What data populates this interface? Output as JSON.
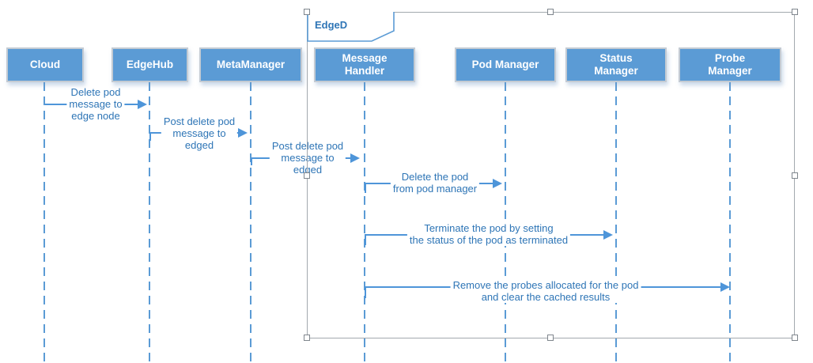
{
  "frame": {
    "label": "EdgeD"
  },
  "actors": [
    {
      "label": "Cloud"
    },
    {
      "label": "EdgeHub"
    },
    {
      "label": "MetaManager"
    },
    {
      "label": "Message Handler"
    },
    {
      "label": "Pod Manager"
    },
    {
      "label": "Status Manager"
    },
    {
      "label": "Probe Manager"
    }
  ],
  "messages": [
    {
      "from": "Cloud",
      "to": "EdgeHub",
      "lines": [
        "Delete pod",
        "message to",
        "edge node"
      ]
    },
    {
      "from": "EdgeHub",
      "to": "MetaManager",
      "lines": [
        "Post delete pod",
        "message to",
        "edged"
      ]
    },
    {
      "from": "MetaManager",
      "to": "Message Handler",
      "lines": [
        "Post delete pod",
        "message to",
        "edged"
      ]
    },
    {
      "from": "Message Handler",
      "to": "Pod Manager",
      "lines": [
        "Delete the pod",
        "from pod manager"
      ]
    },
    {
      "from": "Message Handler",
      "to": "Status Manager",
      "lines": [
        "Terminate the pod by setting",
        "the status of the pod as terminated"
      ]
    },
    {
      "from": "Message Handler",
      "to": "Probe Manager",
      "lines": [
        "Remove the probes allocated for the pod",
        "and clear the cached results"
      ]
    }
  ],
  "colors": {
    "shape_fill": "#5B9BD5",
    "message_line": "#4E95D9",
    "message_text": "#2E75B6",
    "frame_border": "#A3A9AE"
  }
}
